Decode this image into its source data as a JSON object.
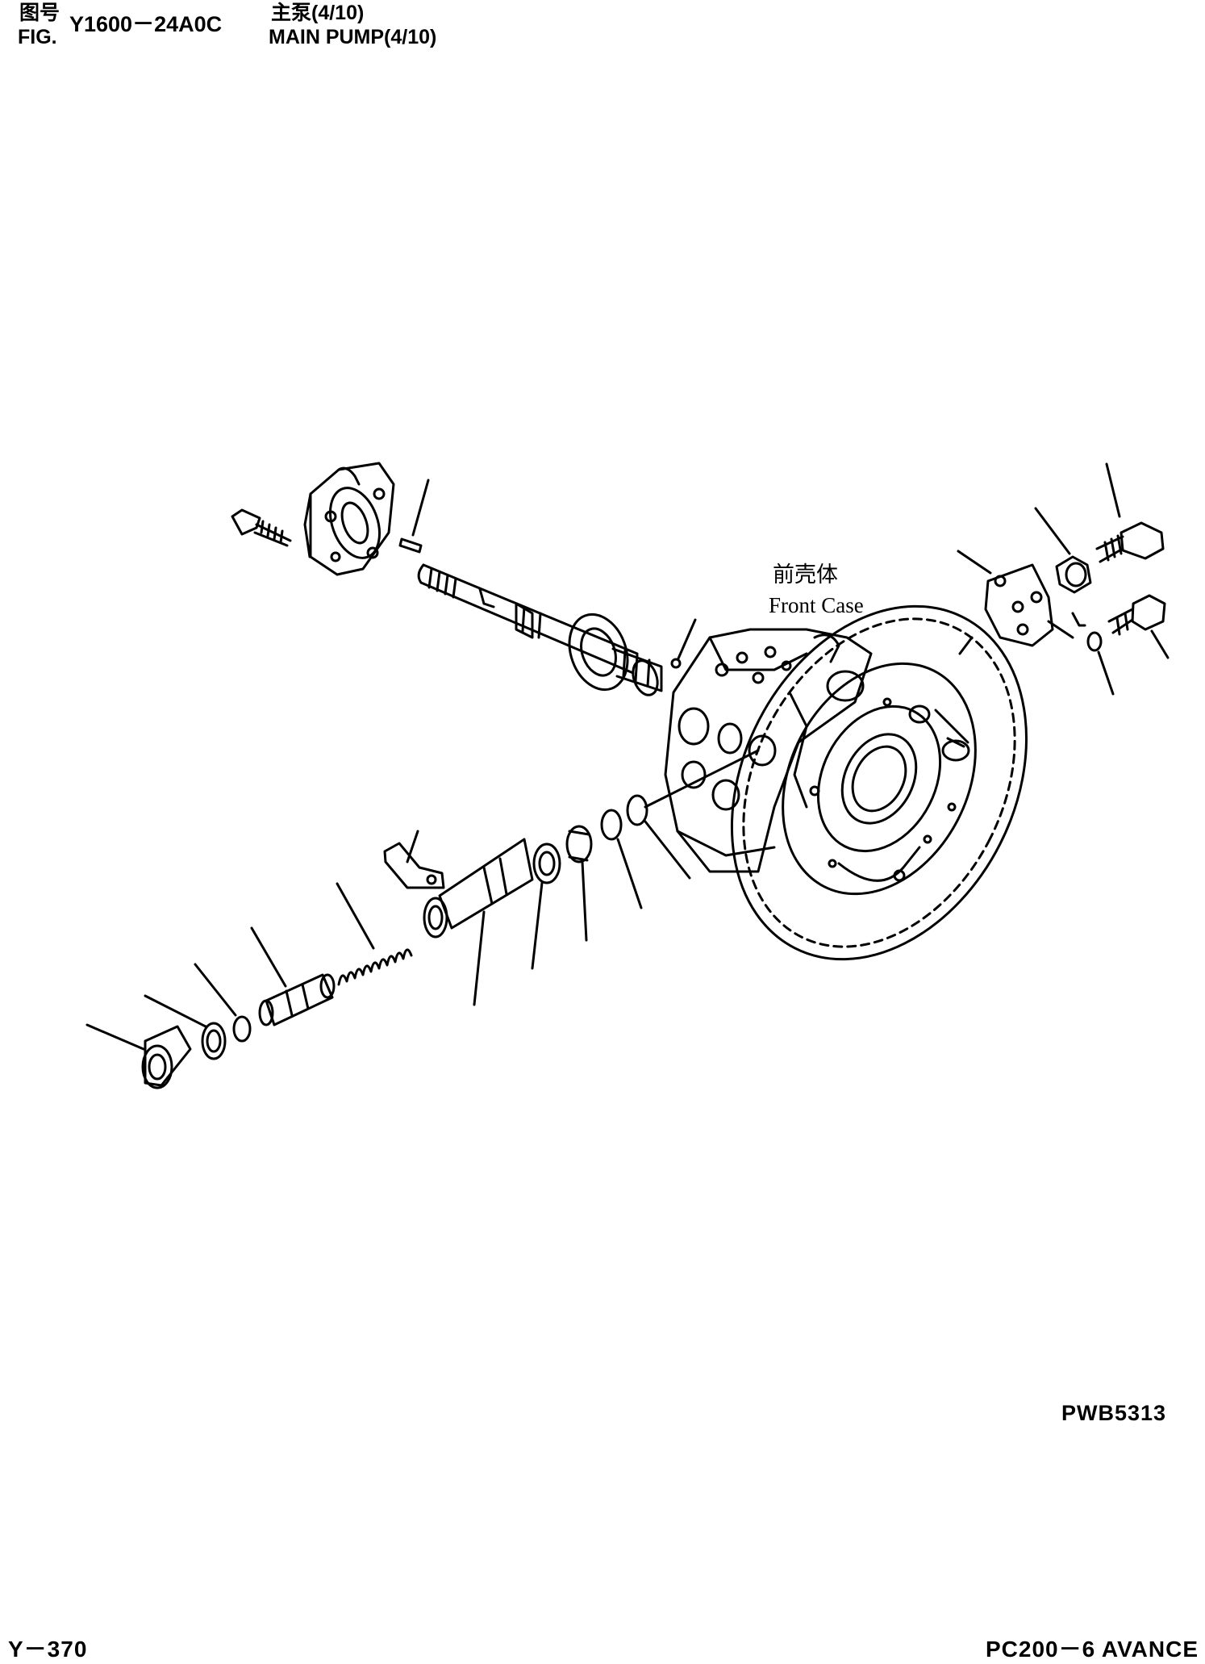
{
  "header": {
    "fig_label_cn": "图号",
    "fig_label_en": "FIG.",
    "fig_number": "Y1600－24A0C",
    "title_cn": "主泵(4/10)",
    "title_en": "MAIN PUMP(4/10)"
  },
  "diagram": {
    "callout_cn": "前壳体",
    "callout_en": "Front Case",
    "drawing_code": "PWB5313"
  },
  "footer": {
    "page": "Y－370",
    "model": "PC200－6 AVANCE"
  }
}
